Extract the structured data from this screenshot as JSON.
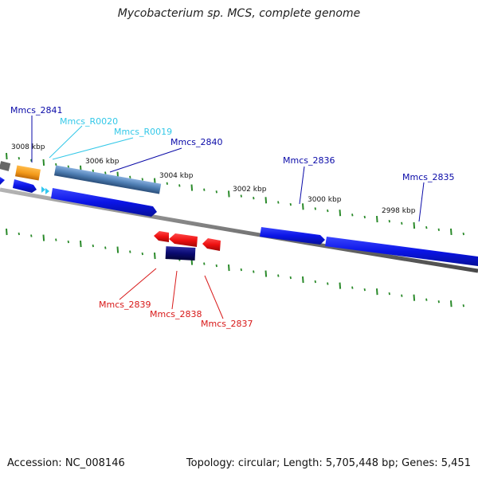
{
  "title": "Mycobacterium sp. MCS, complete genome",
  "footer": {
    "accession": "Accession: NC_008146",
    "summary": "Topology: circular; Length: 5,705,448 bp; Genes: 5,451"
  },
  "colors": {
    "forward_label": "#0a0aa8",
    "rna_label": "#33c8e8",
    "reverse_label": "#d81818",
    "backbone": "#7a7a7a",
    "tick": "#2a8a2a",
    "forward_gene": "#0a14e6",
    "reverse_gene": "#ee1010",
    "orange_gene": "#f39a1a",
    "steel_gene": "#4f7fb4",
    "navy_gene": "#0a0a70",
    "rna_gene": "#33c8f0"
  },
  "ruler": [
    "3008 kbp",
    "3006 kbp",
    "3004 kbp",
    "3002 kbp",
    "3000 kbp",
    "2998 kbp"
  ],
  "gene_labels": [
    {
      "id": "mmcs2841",
      "text": "Mmcs_2841",
      "strand": "forward"
    },
    {
      "id": "mmcsr0020",
      "text": "Mmcs_R0020",
      "strand": "rna"
    },
    {
      "id": "mmcsr0019",
      "text": "Mmcs_R0019",
      "strand": "rna"
    },
    {
      "id": "mmcs2840",
      "text": "Mmcs_2840",
      "strand": "forward"
    },
    {
      "id": "mmcs2836",
      "text": "Mmcs_2836",
      "strand": "forward"
    },
    {
      "id": "mmcs2835",
      "text": "Mmcs_2835",
      "strand": "forward"
    },
    {
      "id": "mmcs2839",
      "text": "Mmcs_2839",
      "strand": "reverse"
    },
    {
      "id": "mmcs2838",
      "text": "Mmcs_2838",
      "strand": "reverse"
    },
    {
      "id": "mmcs2837",
      "text": "Mmcs_2837",
      "strand": "reverse"
    }
  ]
}
